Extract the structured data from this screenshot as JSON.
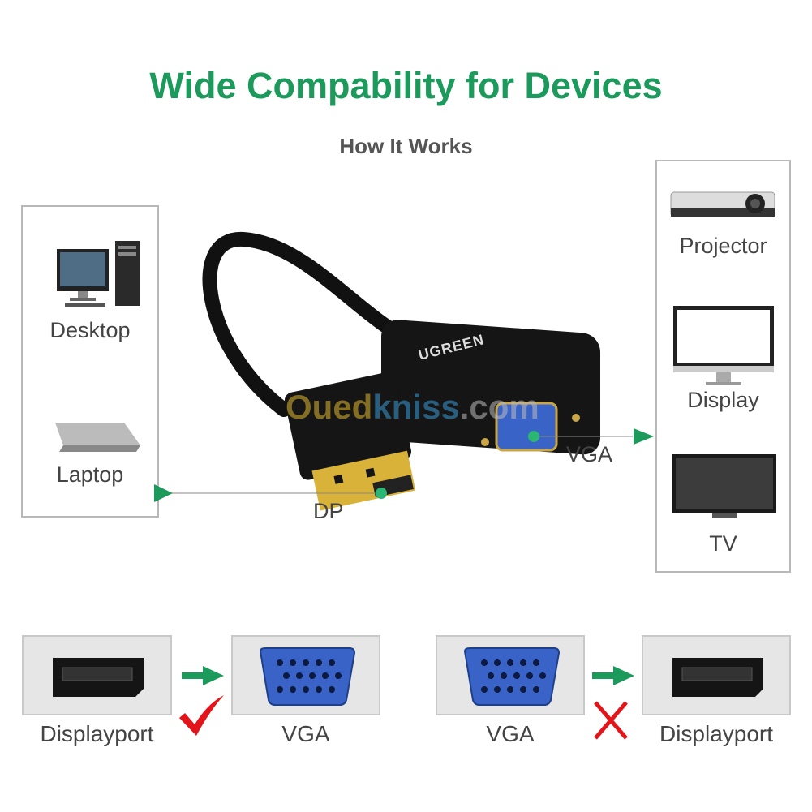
{
  "header": {
    "title": "Wide Compability for Devices",
    "subtitle": "How It Works"
  },
  "sources": [
    {
      "label": "Desktop"
    },
    {
      "label": "Laptop"
    }
  ],
  "outputs": [
    {
      "label": "Projector"
    },
    {
      "label": "Display"
    },
    {
      "label": "TV"
    }
  ],
  "adapter": {
    "brand": "UGREEN",
    "input_label": "DP",
    "output_label": "VGA"
  },
  "watermark": {
    "part1": "Oued",
    "part2": "kniss",
    "part3": ".com"
  },
  "compatibility": [
    {
      "from": "Displayport",
      "to": "VGA",
      "supported": true
    },
    {
      "from": "VGA",
      "to": "Displayport",
      "supported": false
    }
  ],
  "colors": {
    "accent": "#1b9a5c",
    "check": "#e3151a",
    "cross": "#e3151a",
    "vga_blue": "#3a63c8"
  }
}
